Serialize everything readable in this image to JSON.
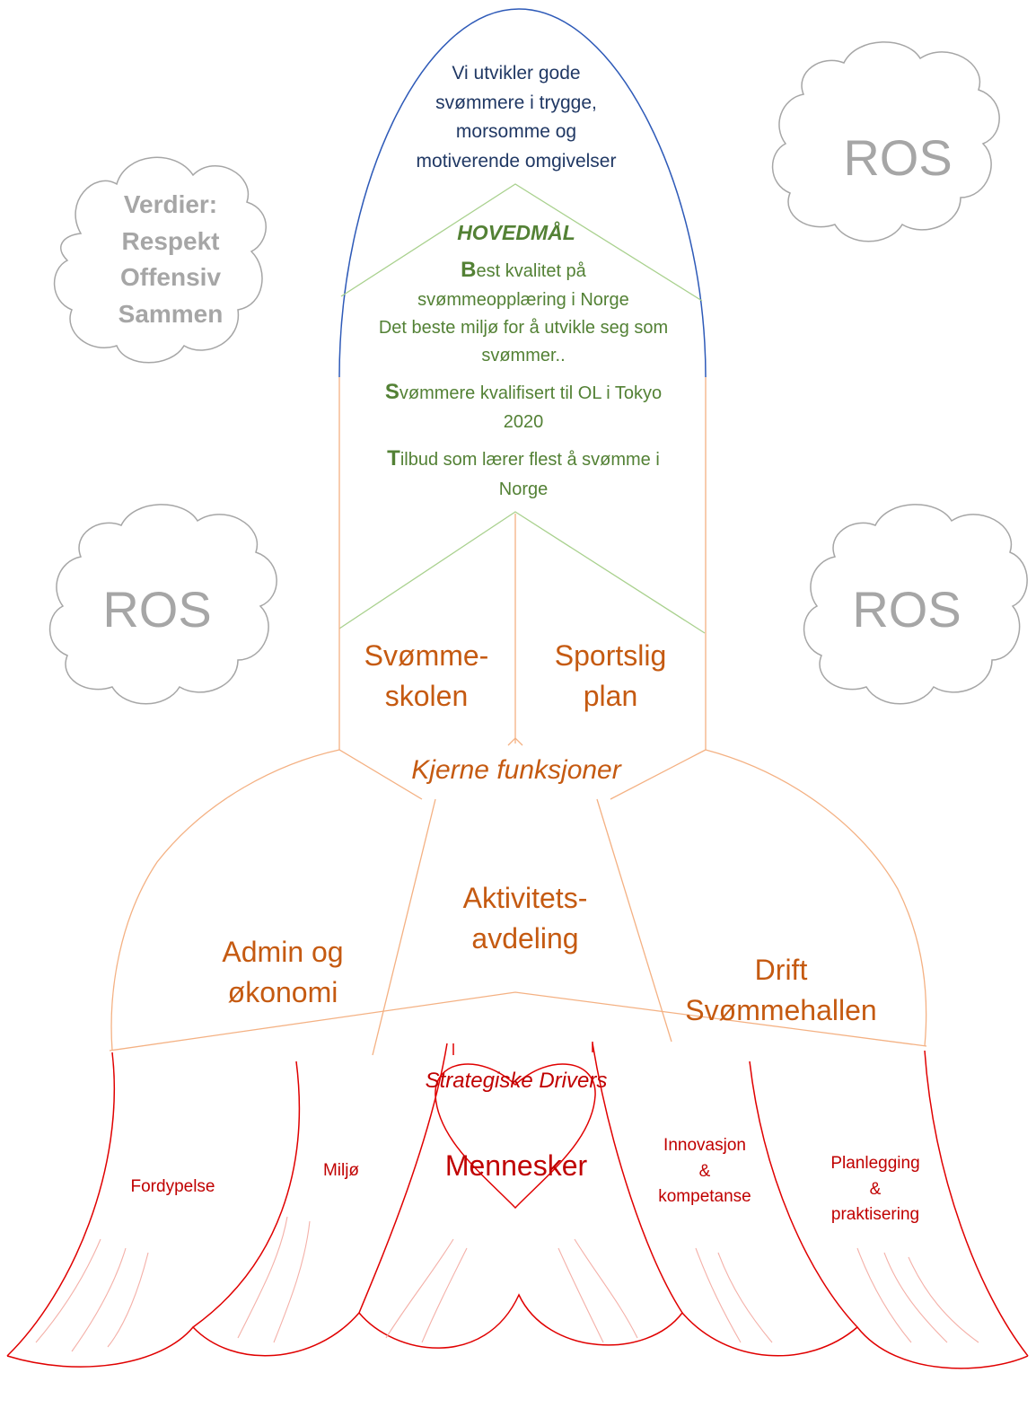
{
  "vision": {
    "lines": [
      "Vi utvikler gode",
      "svømmere i trygge,",
      "morsomme og",
      "motiverende omgivelser"
    ]
  },
  "goals": {
    "title": "HOVEDMÅL",
    "goal1": {
      "initial": "B",
      "rest": "est kvalitet på",
      "line2": "svømmeopplæring i Norge"
    },
    "goal2": {
      "line1": "Det beste miljø for å utvikle seg som",
      "line2": "svømmer.."
    },
    "goal3": {
      "initial": "S",
      "rest": "vømmere kvalifisert til OL i Tokyo",
      "line2": "2020"
    },
    "goal4": {
      "initial": "T",
      "rest": "ilbud som lærer flest å svømme i",
      "line2": "Norge"
    }
  },
  "core_functions": {
    "title": "Kjerne funksjoner",
    "left": [
      "Svømme-",
      "skolen"
    ],
    "right": [
      "Sportslig",
      "plan"
    ]
  },
  "departments": {
    "admin": [
      "Admin og",
      "økonomi"
    ],
    "activity": [
      "Aktivitets-",
      "avdeling"
    ],
    "operations": [
      "Drift",
      "Svømmehallen"
    ]
  },
  "drivers": {
    "title": "Strategiske Drivers",
    "fordypelse": "Fordypelse",
    "miljo": "Miljø",
    "mennesker": "Mennesker",
    "innovasjon": [
      "Innovasjon",
      "&",
      "kompetanse"
    ],
    "planlegging": [
      "Planlegging",
      "&",
      "praktisering"
    ]
  },
  "values_cloud": [
    "Verdier:",
    "Respekt",
    "Offensiv",
    "Sammen"
  ],
  "ros_clouds": [
    "ROS",
    "ROS",
    "ROS"
  ],
  "colors": {
    "vision": "#203864",
    "goals": "#538135",
    "core": "#c55a11",
    "drivers": "#c00000",
    "clouds": "#a6a6a6",
    "dome_outline": "#2e5ab8",
    "body_outline": "#f4b183",
    "goal_lines": "#a9d18e",
    "driver_outline": "#e00000",
    "driver_hatch": "#f4b0a8"
  }
}
